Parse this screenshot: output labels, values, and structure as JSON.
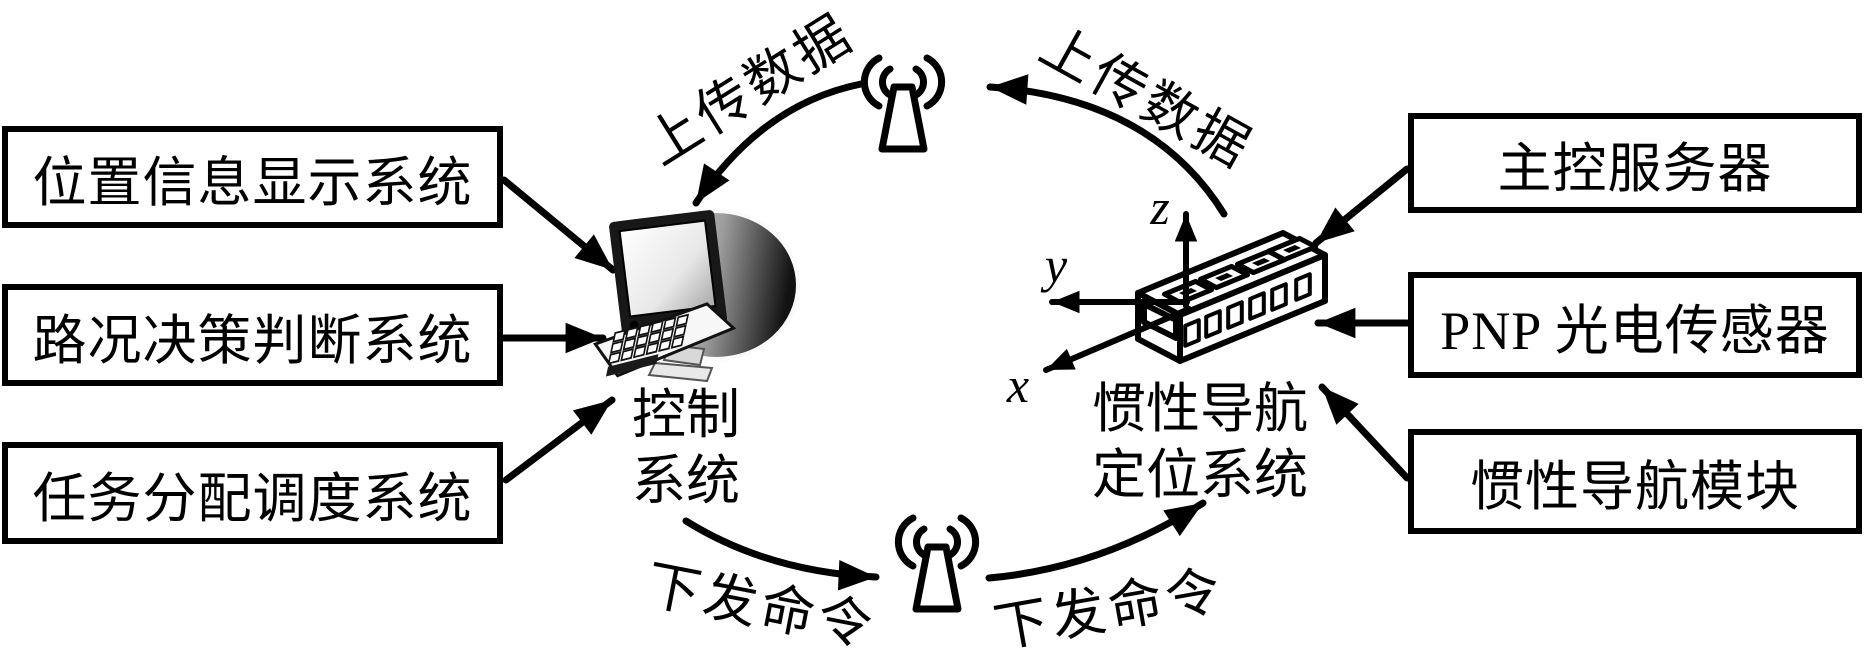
{
  "colors": {
    "ink": "#000000",
    "background": "#ffffff"
  },
  "left_column": {
    "boxes": [
      {
        "label": "位置信息显示系统"
      },
      {
        "label": "路况决策判断系统"
      },
      {
        "label": "任务分配调度系统"
      }
    ]
  },
  "right_column": {
    "boxes": [
      {
        "label": "主控服务器"
      },
      {
        "label": "PNP 光电传感器"
      },
      {
        "label": "惯性导航模块"
      }
    ]
  },
  "center": {
    "control_system": {
      "line1": "控制",
      "line2": "系统"
    },
    "inertial_system": {
      "line1": "惯性导航",
      "line2": "定位系统"
    },
    "axes": {
      "x": "x",
      "y": "y",
      "z": "z"
    }
  },
  "links": {
    "upload_left": "上传数据",
    "upload_right": "上传数据",
    "command_left": "下发命令",
    "command_right": "下发命令"
  },
  "icons": {
    "top_antenna": "antenna-icon",
    "bottom_antenna": "antenna-icon",
    "control_computer": "desktop-computer-icon",
    "imu_device": "inertial-module-icon"
  }
}
